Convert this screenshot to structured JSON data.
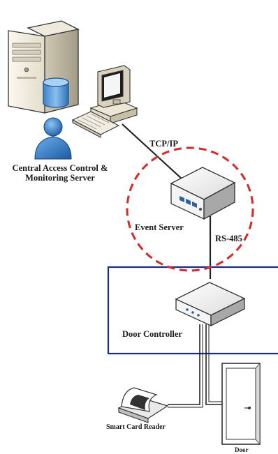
{
  "labels": {
    "server": [
      "Central Access Control &",
      "Monitoring Server"
    ],
    "protocol_ip": "TCP/IP",
    "event_server": "Event Server",
    "protocol_serial": "RS-485",
    "door_controller": "Door Controller",
    "card_reader": "Smart Card Reader",
    "door": "Door"
  },
  "colors": {
    "event_ring": "#d42a2a",
    "controller_zone": "#1c2a80",
    "wire": "#222222",
    "tower_light": "#f3efe4",
    "tower_dark": "#b9b29e",
    "user_blue": "#2f7fd0",
    "db_blue": "#5aa0e4"
  },
  "icons": {
    "server": "server-tower-icon",
    "database": "database-icon",
    "user": "user-icon",
    "workstation": "workstation-icon",
    "keyboard": "keyboard-icon",
    "event_server": "event-server-box-icon",
    "door_controller": "door-controller-box-icon",
    "card_reader": "smart-card-reader-icon",
    "door": "door-icon"
  }
}
